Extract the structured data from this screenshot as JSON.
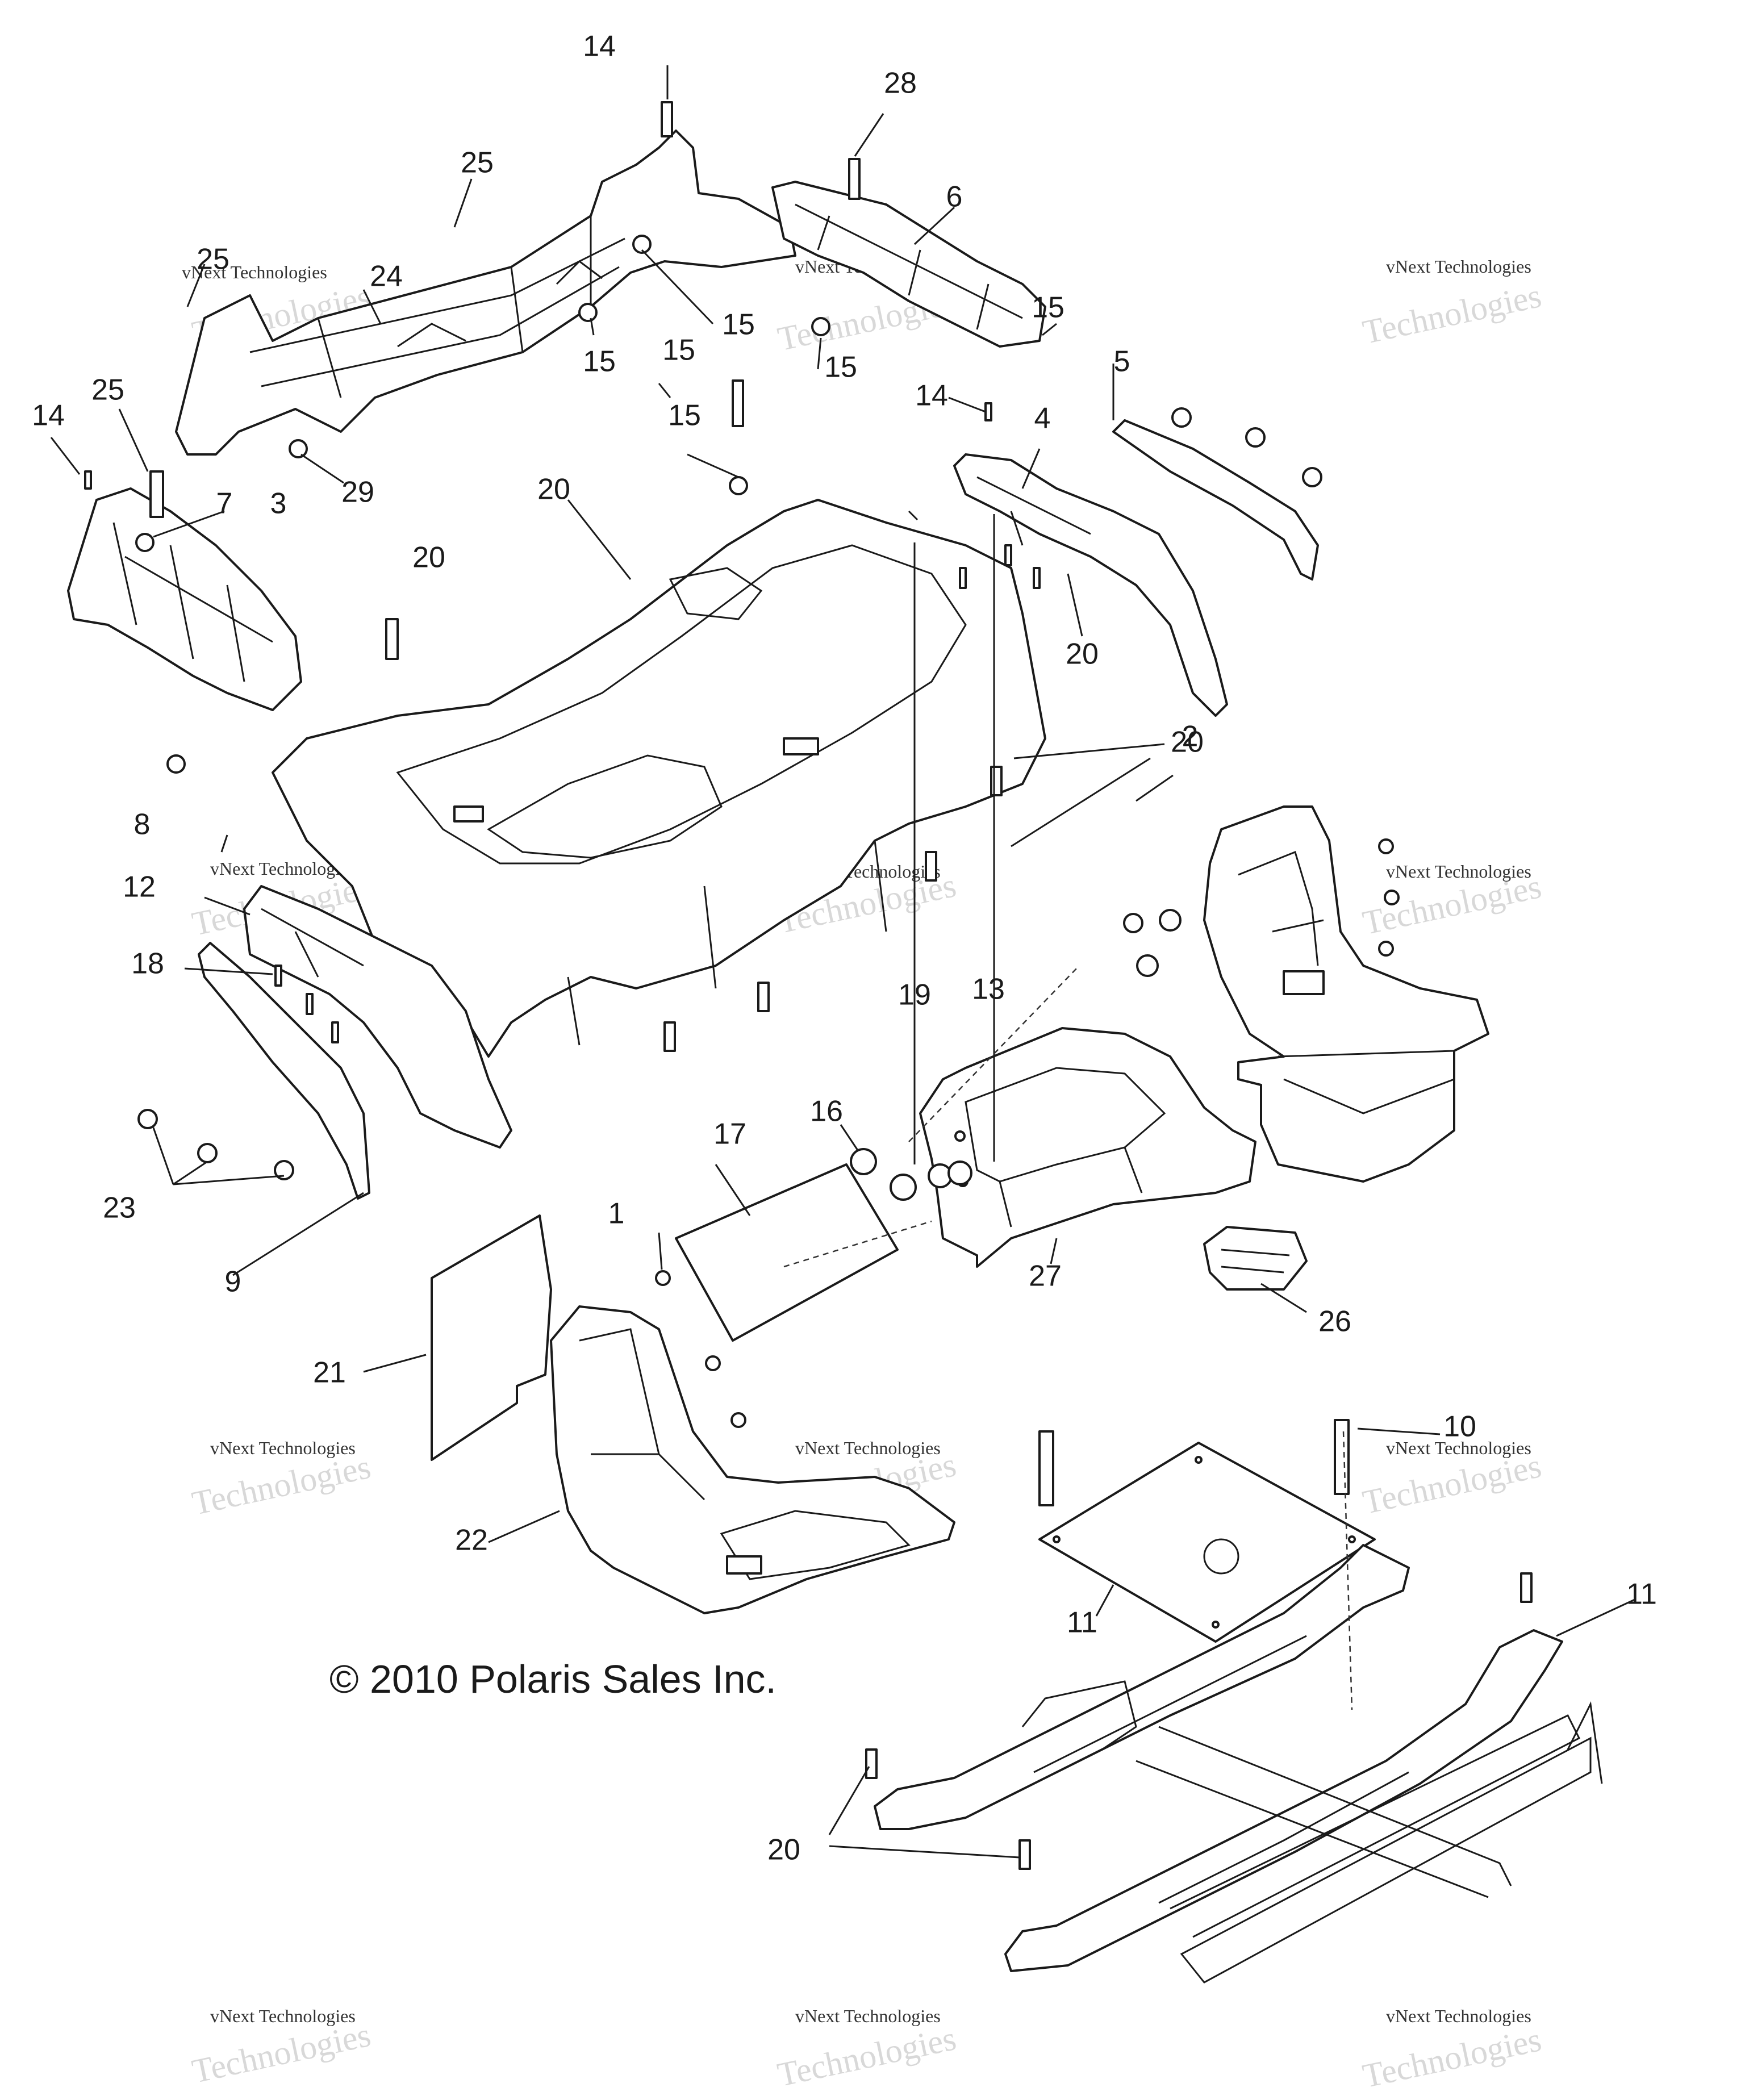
{
  "copyright": "© 2010 Polaris Sales Inc.",
  "watermark": {
    "line1": "vNext Technologies",
    "line2": "Technologies"
  },
  "callouts": [
    "14",
    "28",
    "25",
    "6",
    "25",
    "24",
    "15",
    "15",
    "15",
    "15",
    "15",
    "14",
    "5",
    "14",
    "25",
    "4",
    "15",
    "29",
    "7",
    "3",
    "20",
    "12",
    "20",
    "15",
    "8",
    "2",
    "12",
    "18",
    "19",
    "13",
    "23",
    "16",
    "17",
    "1",
    "9",
    "27",
    "26",
    "21",
    "10",
    "22",
    "11",
    "20"
  ]
}
